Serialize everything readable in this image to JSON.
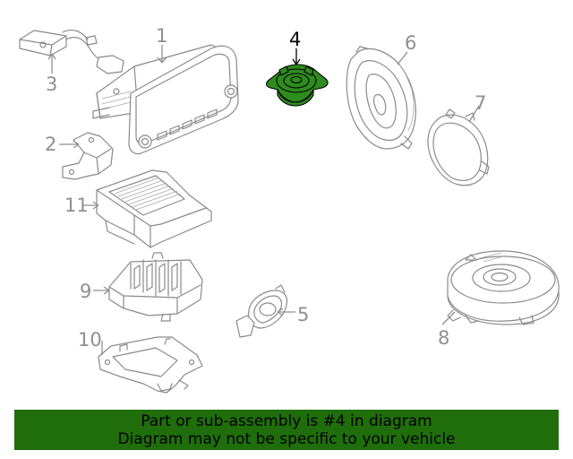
{
  "callouts": {
    "c1": "1",
    "c2": "2",
    "c3": "3",
    "c4": "4",
    "c5": "5",
    "c6": "6",
    "c7": "7",
    "c8": "8",
    "c9": "9",
    "c10": "10",
    "c11": "11"
  },
  "highlighted_part": "4",
  "colors": {
    "highlight": "#2e8b1e",
    "banner": "#1f6e0b",
    "callout_grey": "#8f8f8f"
  },
  "banner": {
    "line1": "Part or sub-assembly is #4 in diagram",
    "line2": "Diagram may not be specific to your vehicle"
  }
}
